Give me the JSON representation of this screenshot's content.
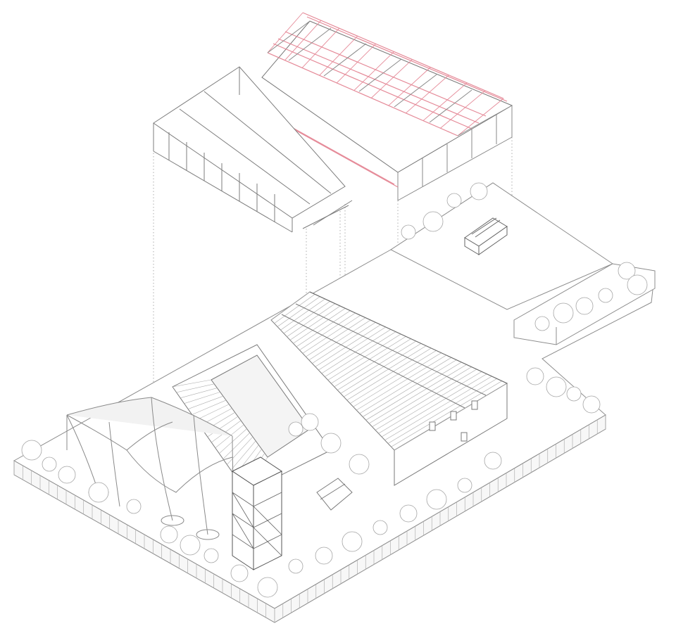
{
  "drawing": {
    "kind": "exploded axonometric architectural drawing",
    "text_labels": []
  },
  "colors": {
    "background": "#ffffff",
    "line": "#8c8c8c",
    "line_dark": "#5a5a5a",
    "line_light": "#c4c4c4",
    "highlight": "#e58a98",
    "tree": "#bfbfbf"
  },
  "components": [
    "roof-frame-highlighted",
    "roof-frame-lower",
    "projection-lines",
    "site-wall",
    "sawtooth-roof-hall",
    "courtyard",
    "tensile-canopy",
    "lookout-tower",
    "service-yard",
    "parked-truck",
    "trees"
  ]
}
